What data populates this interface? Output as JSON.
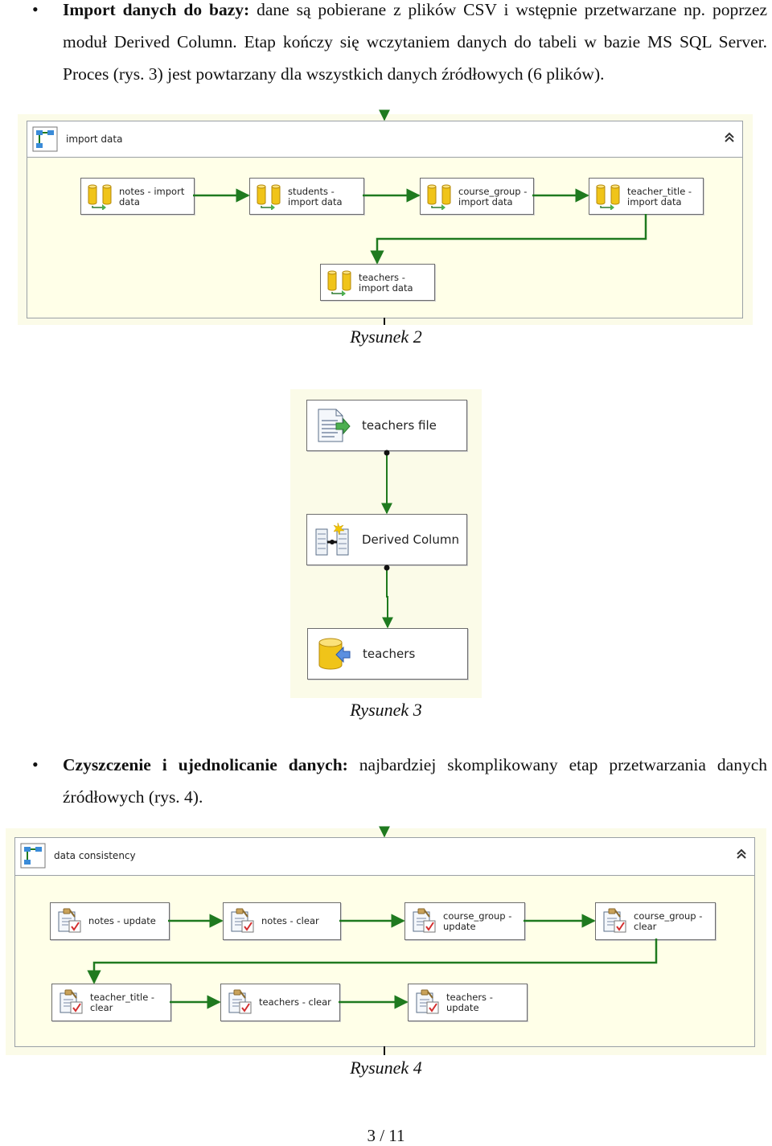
{
  "paragraph1": {
    "bullet": "•",
    "bold": "Import danych do bazy:",
    "text": " dane są pobierane z plików CSV i wstępnie przetwarzane np. poprzez moduł Derived Column. Etap kończy się wczytaniem danych do tabeli w bazie MS SQL Server. Proces (rys. 3) jest powtarzany dla wszystkich danych źródłowych (6 plików)."
  },
  "figure2": {
    "container_title": "import data",
    "caption": "Rysunek 2",
    "tasks": [
      {
        "line1": "notes - import",
        "line2": "data"
      },
      {
        "line1": "students -",
        "line2": "import data"
      },
      {
        "line1": "course_group -",
        "line2": "import data"
      },
      {
        "line1": "teacher_title -",
        "line2": "import data"
      },
      {
        "line1": "teachers -",
        "line2": "import data"
      }
    ]
  },
  "figure3": {
    "caption": "Rysunek 3",
    "components": [
      {
        "label": "teachers file"
      },
      {
        "label": "Derived Column"
      },
      {
        "label": "teachers"
      }
    ]
  },
  "paragraph2": {
    "bullet": "•",
    "bold": "Czyszczenie i ujednolicanie danych:",
    "text": " najbardziej skomplikowany etap przetwarzania danych źródłowych (rys. 4)."
  },
  "figure4": {
    "container_title": "data consistency",
    "caption": "Rysunek 4",
    "tasks": [
      {
        "line1": "notes - update",
        "line2": ""
      },
      {
        "line1": "notes - clear",
        "line2": ""
      },
      {
        "line1": "course_group -",
        "line2": "update"
      },
      {
        "line1": "course_group -",
        "line2": "clear"
      },
      {
        "line1": "teacher_title -",
        "line2": "clear"
      },
      {
        "line1": "teachers - clear",
        "line2": ""
      },
      {
        "line1": "teachers -",
        "line2": "update"
      }
    ]
  },
  "footer": {
    "page": "3 / 11"
  },
  "colors": {
    "connector": "#1f7a1f",
    "container_bg": "#ffffe8",
    "figure_bg": "#fbfbe8"
  }
}
